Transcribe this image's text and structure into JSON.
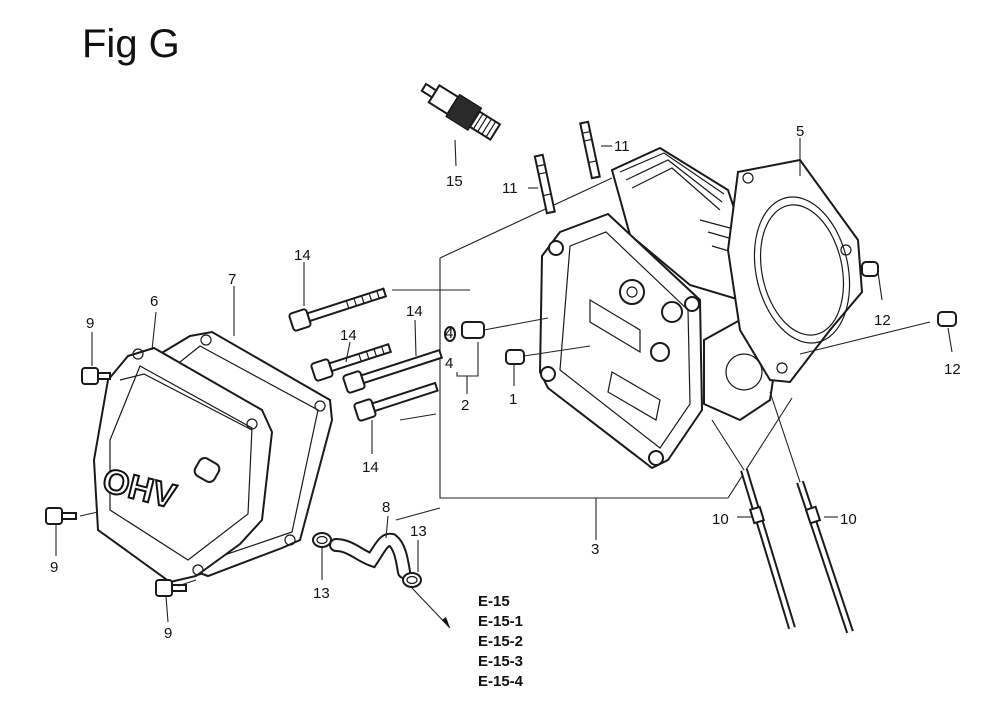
{
  "figure": {
    "title": "Fig G"
  },
  "callouts": {
    "c1": "1",
    "c2": "2",
    "c3": "3",
    "c4a": "4",
    "c4b": "4",
    "c5": "5",
    "c6": "6",
    "c7": "7",
    "c8": "8",
    "c9a": "9",
    "c9b": "9",
    "c9c": "9",
    "c10a": "10",
    "c10b": "10",
    "c11a": "11",
    "c11b": "11",
    "c12a": "12",
    "c12b": "12",
    "c13a": "13",
    "c13b": "13",
    "c14a": "14",
    "c14b": "14",
    "c14c": "14",
    "c14d": "14",
    "c15": "15"
  },
  "references": [
    "E-15",
    "E-15-1",
    "E-15-2",
    "E-15-3",
    "E-15-4"
  ],
  "cover_lettering": "OHV"
}
